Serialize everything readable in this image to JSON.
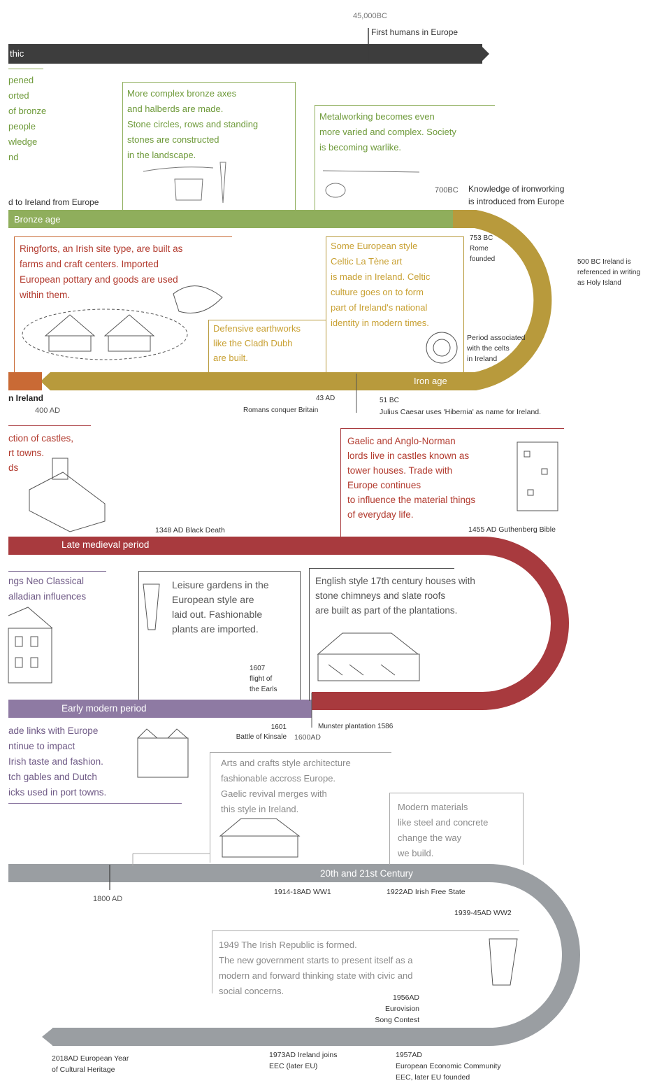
{
  "colors": {
    "stone": "#3d3d3d",
    "bronze": "#8fae5c",
    "iron": "#b89a3c",
    "early_medieval": "#c96a35",
    "late_medieval": "#a83a3e",
    "early_modern": "#8e7aa3",
    "modern": "#9a9ea2",
    "green_text": "#6e9a3a",
    "red_text": "#b23a2e",
    "gold_text": "#c8a032",
    "purple_text": "#6f5a86",
    "grey_text": "#8a8a8a"
  },
  "stone_age": {
    "top_date": "45,000BC",
    "first_humans": "First humans in Europe",
    "band_label": "thic"
  },
  "bronze_age": {
    "band_label": "Bronze age",
    "left_fragment": "pened\norted\nof bronze\npeople\nwledge\nnd",
    "box1": "More complex bronze axes\nand halberds are made.\nStone circles, rows and standing\nstones are constructed\nin the landscape.",
    "box2": "Metalworking becomes even\nmore varied and complex. Society\nis becoming warlike.",
    "brought": "d to Ireland from Europe",
    "date_700bc": "700BC",
    "iron_knowledge": "Knowledge of ironworking\nis introduced from Europe"
  },
  "iron_age": {
    "band_label": "Iron age",
    "date_753": "753 BC\nRome\nfounded",
    "holy_island": "500 BC Ireland is\nreferenced in writing\nas Holy Island",
    "ringforts": "Ringforts, an Irish site type, are built as\nfarms and craft centers. Imported\nEuropean pottary and goods are used\nwithin them.",
    "latene": "Some European style\nCeltic La Tène art\nis made in Ireland. Celtic\nculture goes on to form\npart of Ireland's national\nidentity in modern times.",
    "earthworks": "Defensive earthworks\nlike the Cladh Dubh\nare built.",
    "celts_period": "Period associated\nwith the celts\nin Ireland",
    "ireland_frag": "n Ireland",
    "date_400": "400 AD",
    "date_43": "43 AD",
    "romans": "Romans conquer Britain",
    "date_51": "51 BC",
    "caesar": "Julius Caesar uses 'Hibernia' as name for Ireland."
  },
  "late_medieval": {
    "band_label": "Late medieval period",
    "castles_frag": "ction of castles,\nrt towns.\nds",
    "gaelic": "Gaelic and Anglo-Norman\nlords live in castles known as\ntower houses. Trade with\nEurope continues\nto influence the material things\nof everyday life.",
    "black_death": "1348 AD Black Death",
    "gutenberg": "1455 AD Guthenberg Bible"
  },
  "early_modern": {
    "band_label": "Early modern period",
    "neo_classical": "ngs Neo Classical\nalladian influences",
    "leisure": "Leisure gardens in the\nEuropean style are\nlaid out. Fashionable\nplants are imported.",
    "english_style": "English style 17th century houses with\nstone chimneys and slate roofs\nare built as part of the plantations.",
    "flight": "1607\nflight of\nthe Earls",
    "kinsale": "1601\nBattle of Kinsale",
    "munster": "Munster plantation 1586",
    "date_1600": "1600AD",
    "trade_links": "ade links with Europe\nntinue to impact\nIrish taste and fashion.\ntch gables and Dutch\nicks used in port towns."
  },
  "modern": {
    "band_label": "20th and 21st Century",
    "arts_crafts": "Arts and crafts style architecture\nfashionable accross Europe.\nGaelic revival merges with\nthis style in Ireland.",
    "materials": "Modern materials\nlike steel and concrete\nchange the way\nwe build.",
    "date_1800": "1800 AD",
    "ww1": "1914-18AD WW1",
    "free_state": "1922AD Irish Free State",
    "ww2": "1939-45AD WW2",
    "republic": "1949 The Irish Republic is formed.\nThe new government starts to present itself as a\nmodern and forward thinking state with civic and\nsocial concerns.",
    "eurovision": "1956AD\nEurovision\nSong Contest",
    "heritage": "2018AD European Year\nof Cultural Heritage",
    "eec_join": "1973AD Ireland joins\nEEC (later EU)",
    "eec_found": "1957AD\nEuropean Economic Community\nEEC, later EU founded"
  }
}
